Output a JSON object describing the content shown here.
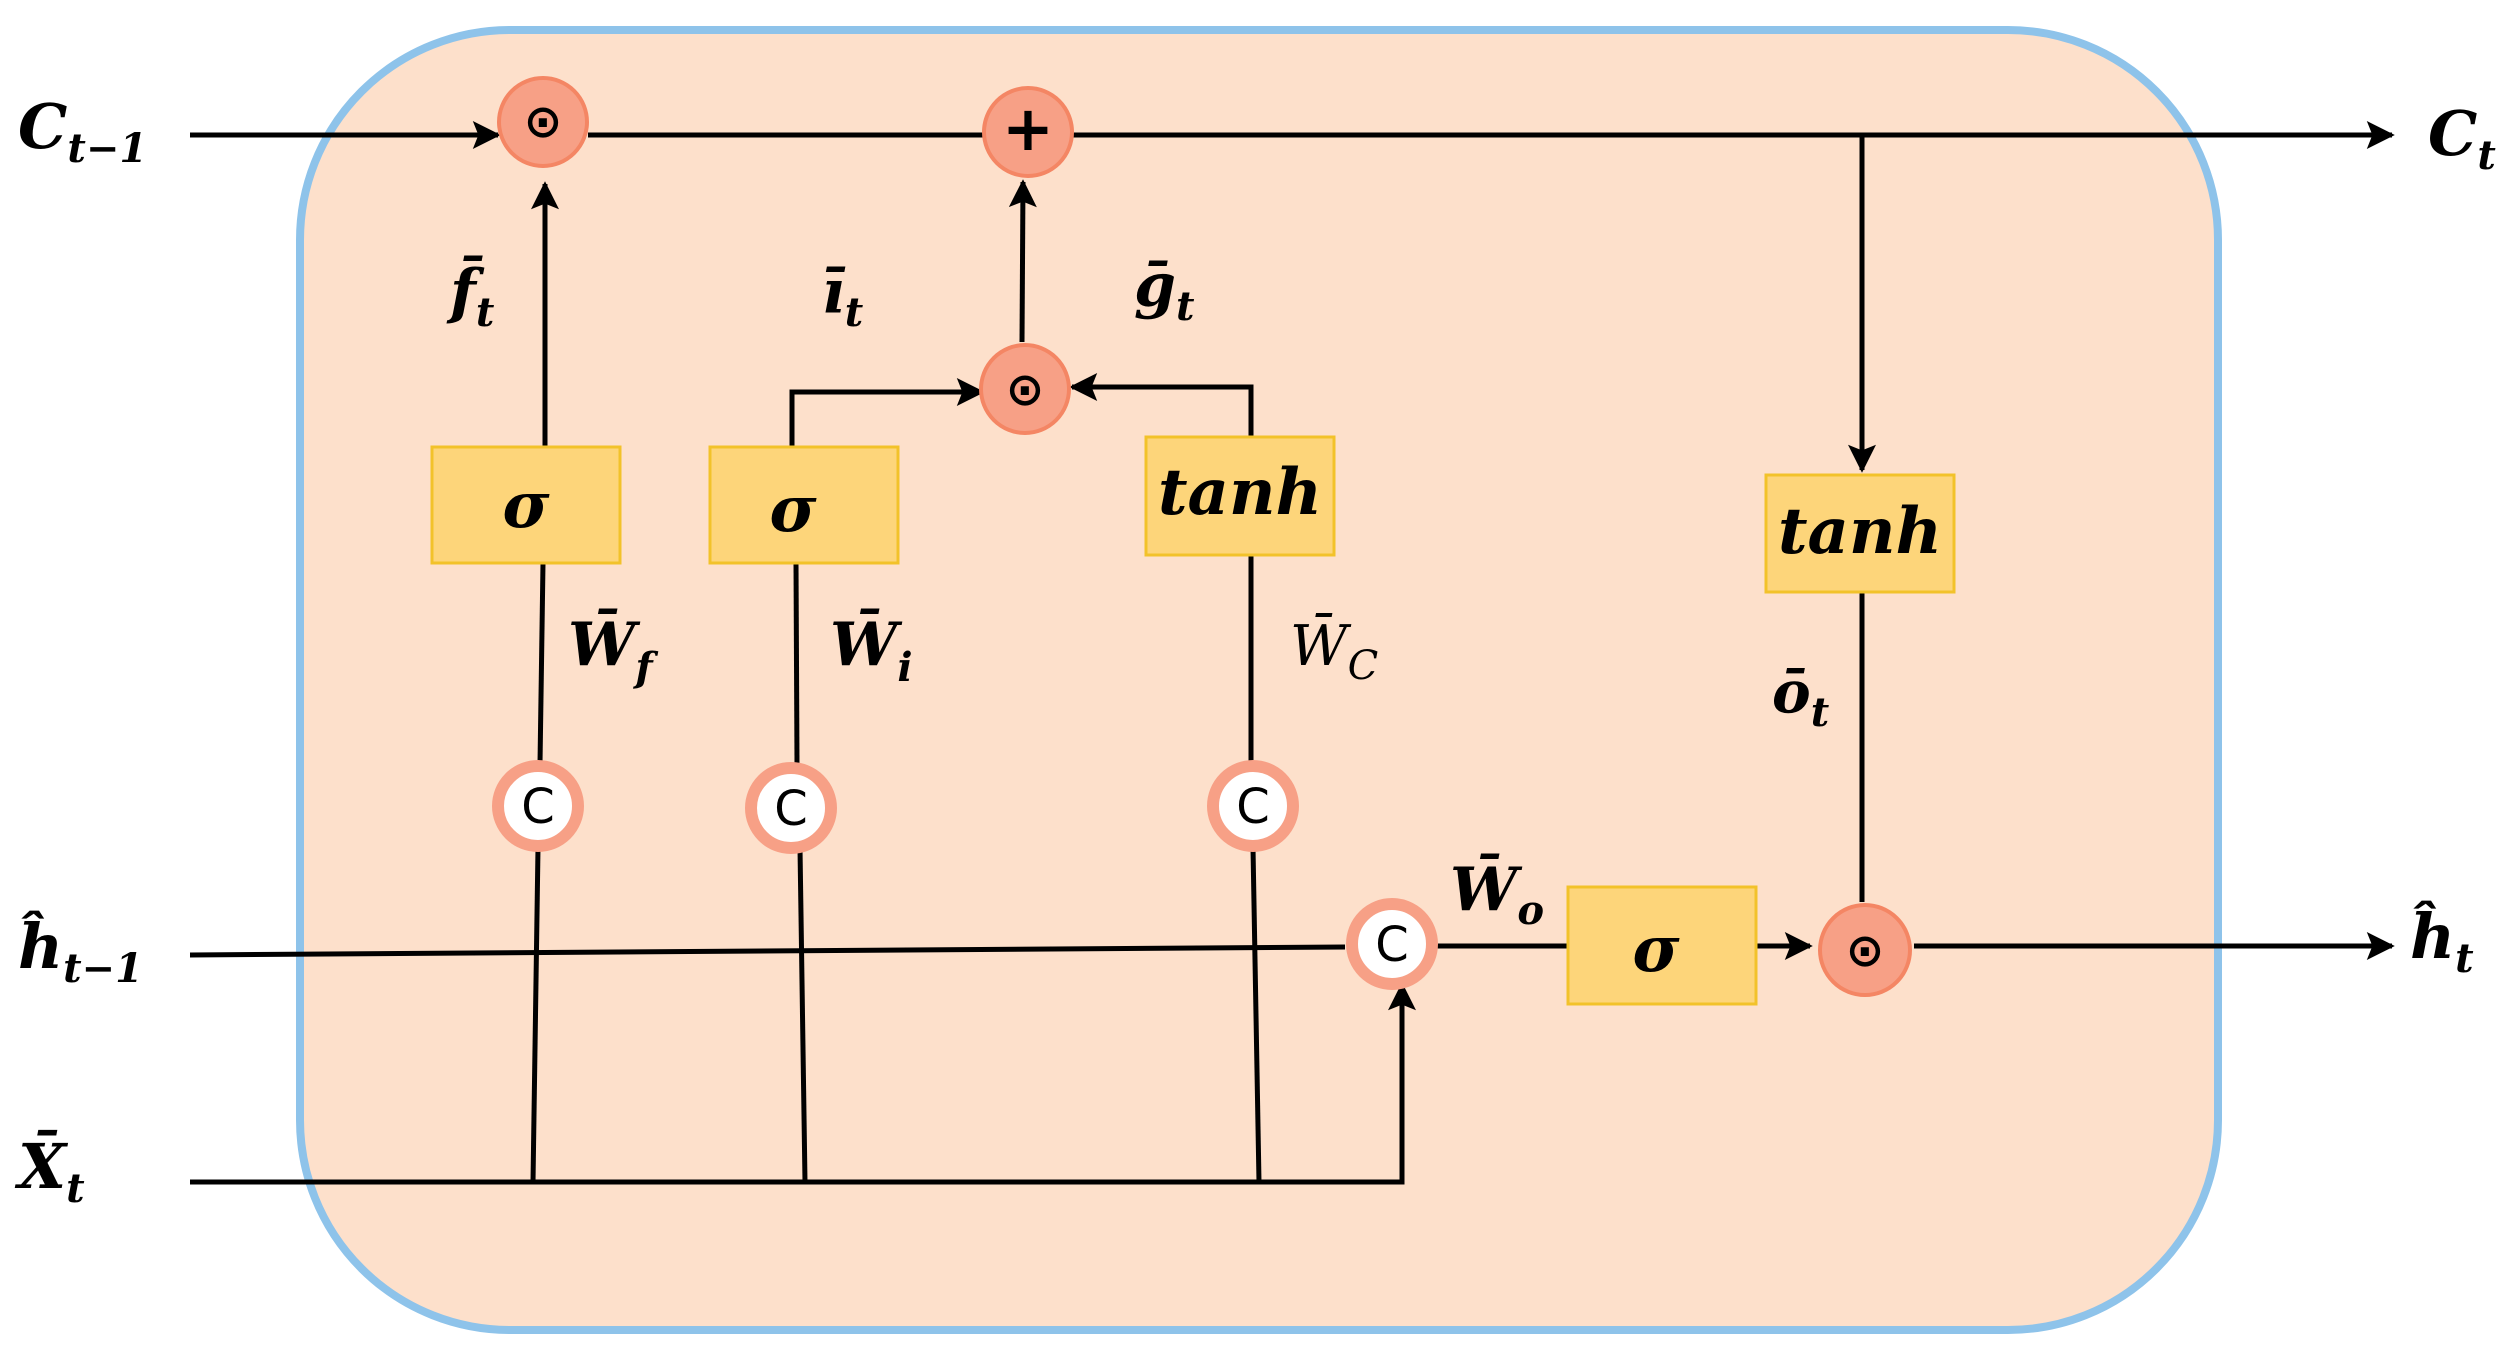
{
  "colors": {
    "cell_fill": "#fde0cb",
    "cell_border": "#8ec3ea",
    "box_fill": "#fdd57a",
    "box_border": "#f2c22a",
    "op_fill": "#f7a086",
    "op_border": "#f48664",
    "concat_ring": "#f7a086",
    "line": "#000000"
  },
  "inputs": {
    "c_prev": {
      "base": "C",
      "sub": "t−1"
    },
    "h_prev": {
      "base": "ĥ",
      "sub": "t−1"
    },
    "x": {
      "base": "X̄",
      "sub": "t"
    }
  },
  "outputs": {
    "c": {
      "base": "C",
      "sub": "t"
    },
    "h": {
      "base": "ĥ",
      "sub": "t"
    }
  },
  "gates": {
    "forget": {
      "activation": "σ",
      "weight": {
        "base": "W̄",
        "sub": "f"
      },
      "output": {
        "base": "f̄",
        "sub": "t"
      }
    },
    "input": {
      "activation": "σ",
      "weight": {
        "base": "W̄",
        "sub": "i"
      },
      "output": {
        "base": "ī",
        "sub": "t"
      }
    },
    "candidate": {
      "activation": "tanh",
      "weight": {
        "base": "W̄",
        "sub": "C"
      },
      "output": {
        "base": "ḡ",
        "sub": "t"
      }
    },
    "output": {
      "activation": "σ",
      "weight": {
        "base": "W̄",
        "sub": "o"
      },
      "output": {
        "base": "ō",
        "sub": "t"
      }
    },
    "cell_tanh": {
      "activation": "tanh"
    }
  },
  "operators": {
    "multiply": "⊙",
    "add": "+",
    "concat": "C"
  }
}
